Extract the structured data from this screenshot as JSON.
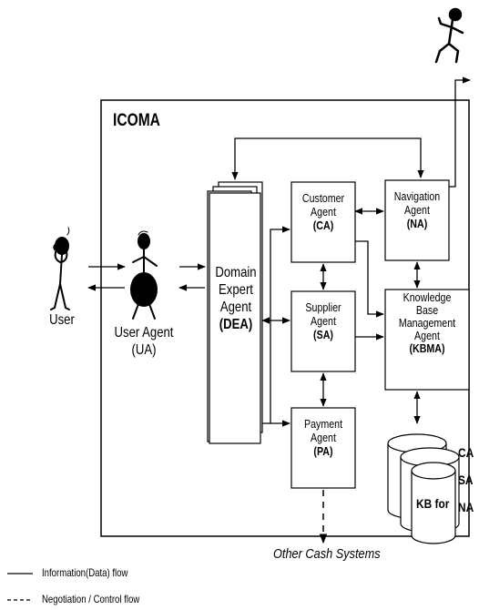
{
  "system_title": "ICOMA",
  "user": {
    "label": "User"
  },
  "user_agent": {
    "line1": "User Agent",
    "line2": "(UA)"
  },
  "dea": {
    "line1": "Domain",
    "line2": "Expert",
    "line3": "Agent",
    "line4": "(DEA)"
  },
  "customer_agent": {
    "line1": "Customer",
    "line2": "Agent",
    "line3": "(CA)"
  },
  "supplier_agent": {
    "line1": "Supplier",
    "line2": "Agent",
    "line3": "(SA)"
  },
  "payment_agent": {
    "line1": "Payment",
    "line2": "Agent",
    "line3": "(PA)"
  },
  "navigation_agent": {
    "line1": "Navigation",
    "line2": "Agent",
    "line3": "(NA)"
  },
  "kbma": {
    "line1": "Knowledge",
    "line2": "Base",
    "line3": "Management",
    "line4": "Agent",
    "line5": "(KBMA)"
  },
  "kb": {
    "label": "KB for",
    "ca": "CA",
    "sa": "SA",
    "na": "NA"
  },
  "other_systems": "Other Cash Systems",
  "legend": {
    "information_flow": "Information(Data) flow",
    "negotiation_flow": "Negotiation / Control flow"
  }
}
